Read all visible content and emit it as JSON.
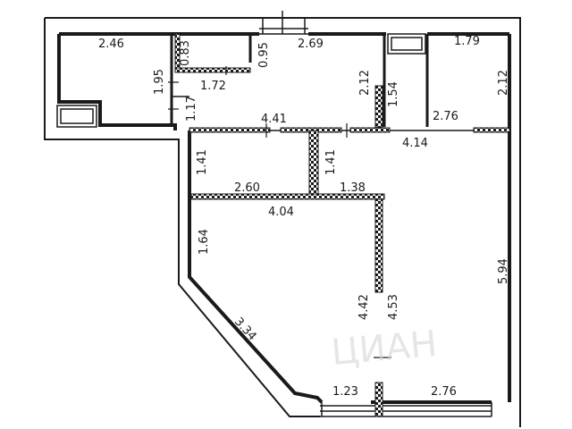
{
  "plan": {
    "colors": {
      "wall": "#1a1a1a",
      "background": "#ffffff",
      "watermark": "#d6d6d6"
    },
    "dimensions": [
      {
        "id": "d-2-46",
        "text": "2.46"
      },
      {
        "id": "d-0-83",
        "text": "0.83"
      },
      {
        "id": "d-0-95",
        "text": "0.95"
      },
      {
        "id": "d-2-69",
        "text": "2.69"
      },
      {
        "id": "d-1-79",
        "text": "1.79"
      },
      {
        "id": "d-1-95",
        "text": "1.95"
      },
      {
        "id": "d-1-72",
        "text": "1.72"
      },
      {
        "id": "d-2-12a",
        "text": "2.12"
      },
      {
        "id": "d-2-12b",
        "text": "2.12"
      },
      {
        "id": "d-1-54",
        "text": "1.54"
      },
      {
        "id": "d-1-17",
        "text": "1.17"
      },
      {
        "id": "d-4-41",
        "text": "4.41"
      },
      {
        "id": "d-2-76a",
        "text": "2.76"
      },
      {
        "id": "d-4-14",
        "text": "4.14"
      },
      {
        "id": "d-1-41a",
        "text": "1.41"
      },
      {
        "id": "d-1-41b",
        "text": "1.41"
      },
      {
        "id": "d-2-60",
        "text": "2.60"
      },
      {
        "id": "d-1-38",
        "text": "1.38"
      },
      {
        "id": "d-4-04",
        "text": "4.04"
      },
      {
        "id": "d-1-64",
        "text": "1.64"
      },
      {
        "id": "d-5-94",
        "text": "5.94"
      },
      {
        "id": "d-4-42",
        "text": "4.42"
      },
      {
        "id": "d-4-53",
        "text": "4.53"
      },
      {
        "id": "d-3-34",
        "text": "3.34"
      },
      {
        "id": "d-1-23",
        "text": "1.23"
      },
      {
        "id": "d-2-76b",
        "text": "2.76"
      }
    ],
    "watermark": "ЦИАН"
  }
}
